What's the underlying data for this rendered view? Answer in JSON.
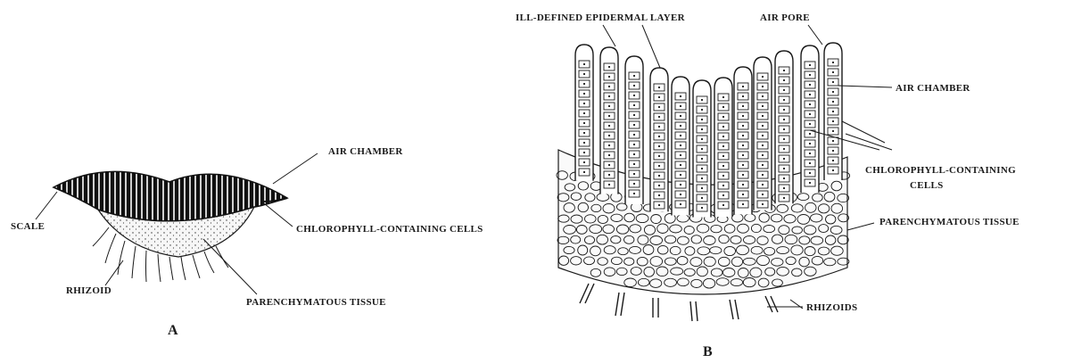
{
  "figure_a": {
    "panel_letter": "A",
    "labels": {
      "air_chamber": "AIR CHAMBER",
      "scale": "SCALE",
      "chlorophyll_cells": "CHLOROPHYLL-CONTAINING CELLS",
      "rhizoid": "RHIZOID",
      "parenchymatous_tissue": "PARENCHYMATOUS TISSUE"
    }
  },
  "figure_b": {
    "panel_letter": "B",
    "labels": {
      "epidermal_layer": "ILL-DEFINED EPIDERMAL LAYER",
      "air_pore": "AIR PORE",
      "air_chamber": "AIR CHAMBER",
      "chlorophyll_cells_line1": "CHLOROPHYLL-CONTAINING",
      "chlorophyll_cells_line2": "CELLS",
      "parenchymatous_tissue": "PARENCHYMATOUS TISSUE",
      "rhizoids": "RHIZOIDS"
    }
  },
  "colors": {
    "ink": "#1a1a1a",
    "paper": "#ffffff"
  }
}
